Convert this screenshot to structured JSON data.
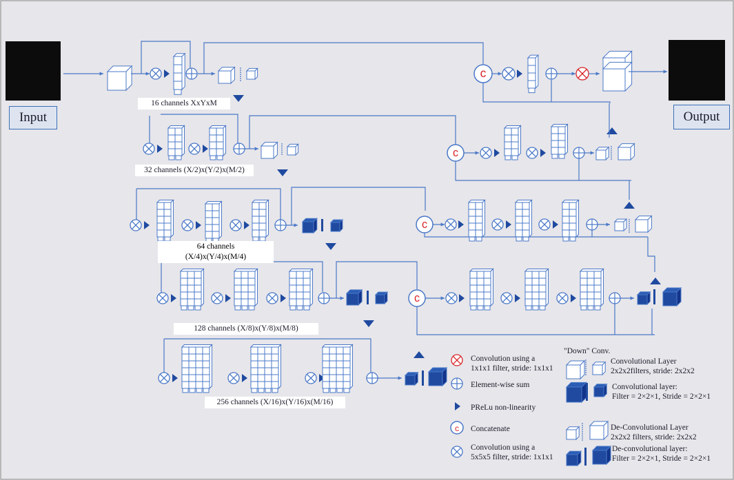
{
  "colors": {
    "line": "#4a78c8",
    "dark": "#1f4aa0",
    "accent": "#d8242a",
    "bg": "#e7e6ea"
  },
  "io": {
    "input_label": "Input",
    "output_label": "Output"
  },
  "levels": [
    {
      "channels": "16 channels XxYxM"
    },
    {
      "channels": "32 channels (X/2)x(Y/2)x(M/2)"
    },
    {
      "channels": "64 channels",
      "dims": "(X/4)x(Y/4)x(M/4)"
    },
    {
      "channels": "128 channels (X/8)x(Y/8)x(M/8)"
    },
    {
      "channels": "256 channels (X/16)x(Y/16)x(M/16)"
    }
  ],
  "legend": {
    "conv1": {
      "l1": "Convolution using a",
      "l2": "1x1x1 filter, stride: 1x1x1",
      "icon": "red-circle-x-icon"
    },
    "sum": {
      "label": "Element-wise sum",
      "icon": "circle-plus-icon"
    },
    "prelu": {
      "label": "PReLu non-linearity",
      "icon": "triangle-icon"
    },
    "concat": {
      "label": "Concatenate",
      "icon": "circle-c-icon"
    },
    "conv5": {
      "l1": "Convolution using a",
      "l2": "5x5x5 filter, stride: 1x1x1",
      "icon": "circle-x-icon"
    },
    "down_title": "\"Down\" Conv.",
    "convlayer": {
      "l1": "Convolutional Layer",
      "l2": "2x2x2filters, stride: 2x2x2"
    },
    "convlayer2": {
      "l1": "Convolutional layer:",
      "l2": "Filter = 2×2×1,      Stride = 2×2×1"
    },
    "deconv": {
      "l1": "De-Convolutional Layer",
      "l2": "2x2x2 filters, stride: 2x2x2"
    },
    "deconv2": {
      "l1": "De-convolutional layer:",
      "l2": "Filter = 2×2×1, Stride = 2×2×1"
    }
  }
}
